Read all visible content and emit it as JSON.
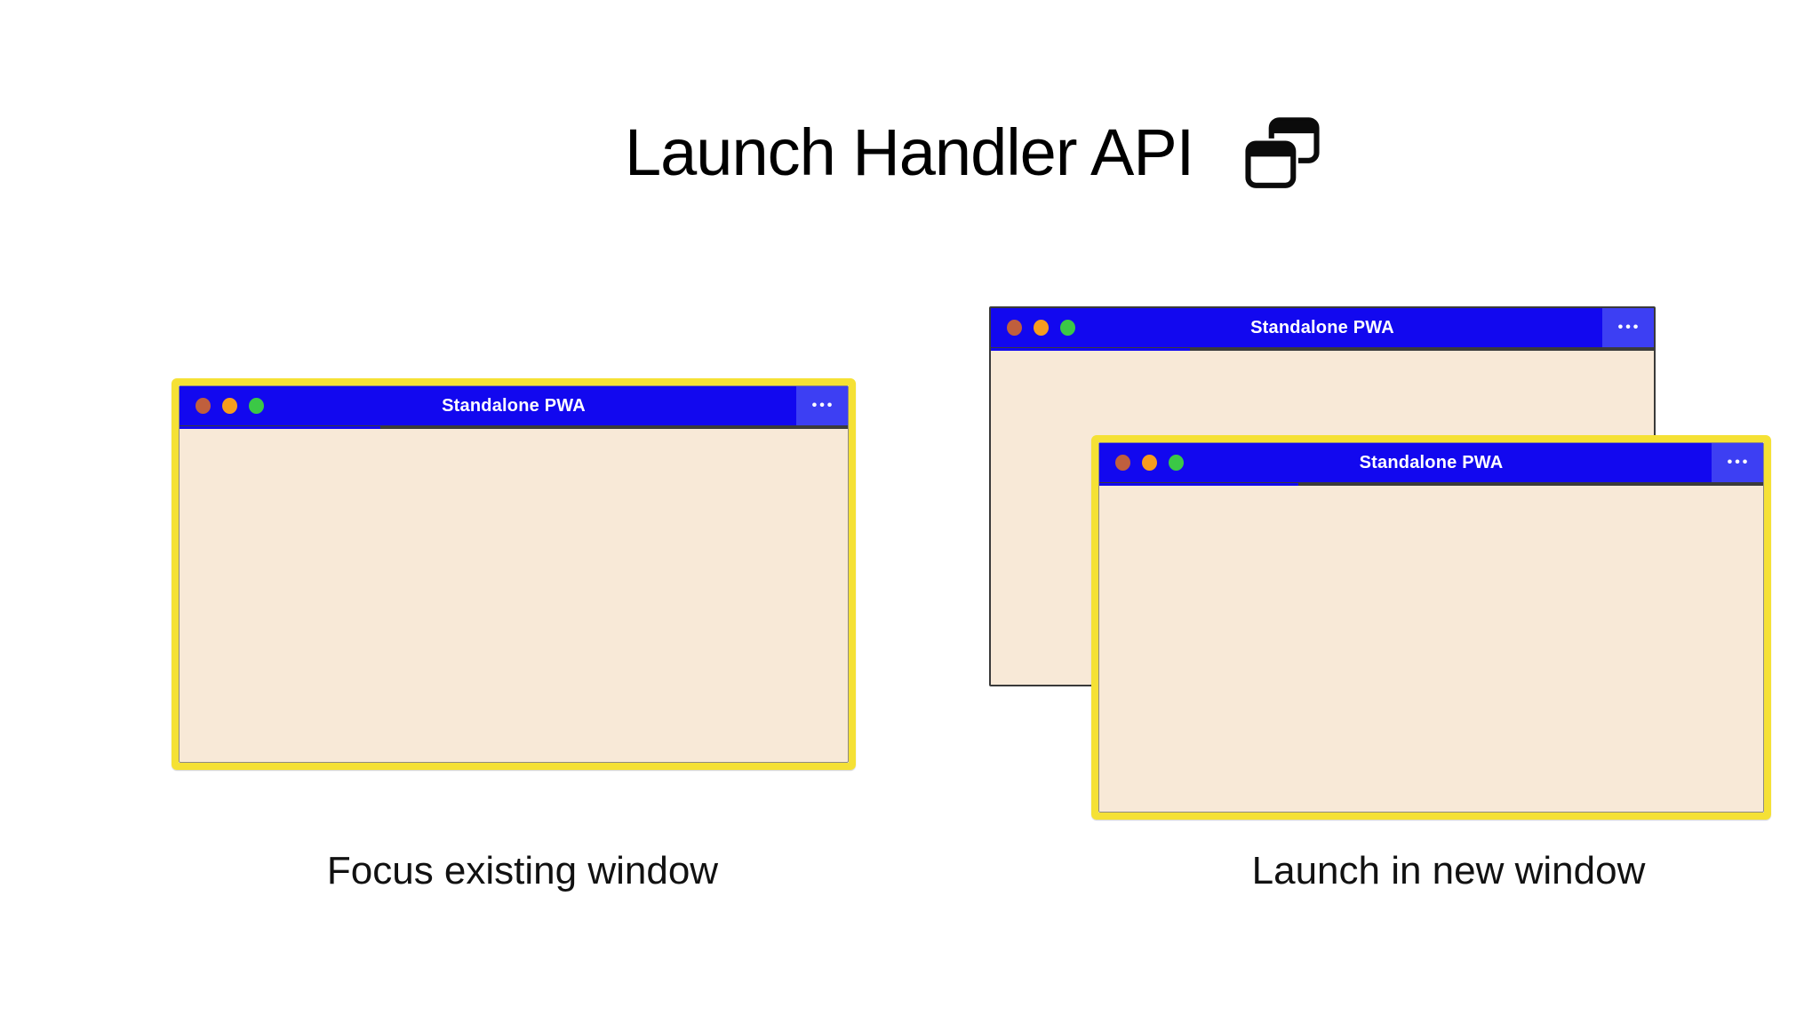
{
  "title": {
    "text": "Launch Handler API",
    "icon": "overlapping-windows-icon"
  },
  "scenarios": {
    "focus_existing": {
      "caption": "Focus existing window",
      "window": {
        "title": "Standalone PWA",
        "menu_dots": "•••"
      }
    },
    "launch_new": {
      "caption": "Launch in new window",
      "back_window": {
        "title": "Standalone PWA",
        "menu_dots": "•••"
      },
      "front_window": {
        "title": "Standalone PWA",
        "menu_dots": "•••"
      }
    }
  },
  "colors": {
    "titlebar_blue": "#1208ef",
    "menu_blue": "#3d3ff3",
    "window_body": "#f8e9d7",
    "focus_border_yellow": "#f5e135",
    "back_window_border": "#3a3a3a",
    "titlebar_underline": "#3b3b3b",
    "traffic_red": "#c05f3d",
    "traffic_orange": "#f69c1e",
    "traffic_green": "#3bc846",
    "text_black": "#111111"
  }
}
